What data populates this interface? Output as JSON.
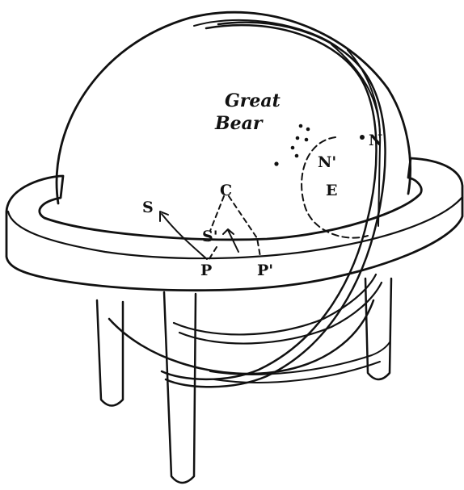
{
  "figure": {
    "subject": "celestial globe in stand",
    "ink_color": "#111111",
    "paper_color": "#ffffff"
  },
  "labels": {
    "great_line1": "Great",
    "great_line2": "Bear",
    "n_prime": "N'",
    "n": "N",
    "e": "E",
    "c": "C",
    "s_left": "S",
    "s_prime": "S'",
    "p": "P",
    "p_prime": "P'"
  }
}
